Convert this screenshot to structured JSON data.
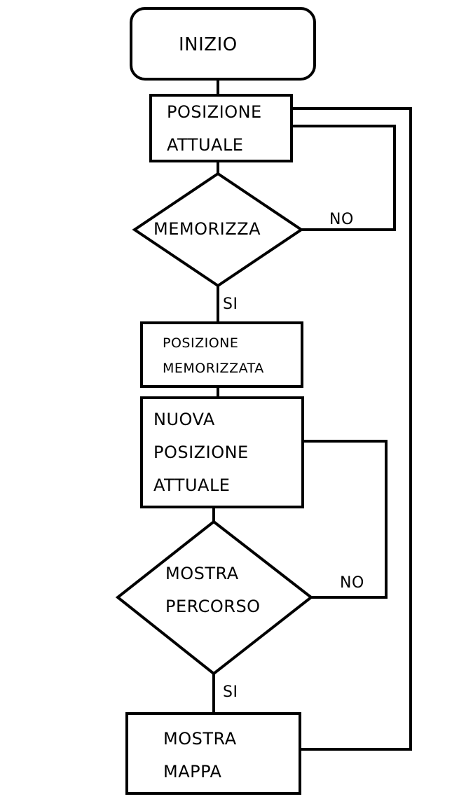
{
  "flowchart": {
    "start": {
      "label": "INIZIO"
    },
    "current_position": {
      "line1": "POSIZIONE",
      "line2": "ATTUALE"
    },
    "decision_memorize": {
      "label": "MEMORIZZA",
      "no": "NO",
      "yes": "SI"
    },
    "saved_position": {
      "line1": "POSIZIONE",
      "line2": "MEMORIZZATA"
    },
    "new_position": {
      "line1": "NUOVA",
      "line2": "POSIZIONE",
      "line3": "ATTUALE"
    },
    "decision_show_path": {
      "line1": "MOSTRA",
      "line2": "PERCORSO",
      "no": "NO",
      "yes": "SI"
    },
    "show_map": {
      "line1": "MOSTRA",
      "line2": "MAPPA"
    }
  },
  "colors": {
    "stroke": "#000000",
    "background": "#ffffff"
  }
}
